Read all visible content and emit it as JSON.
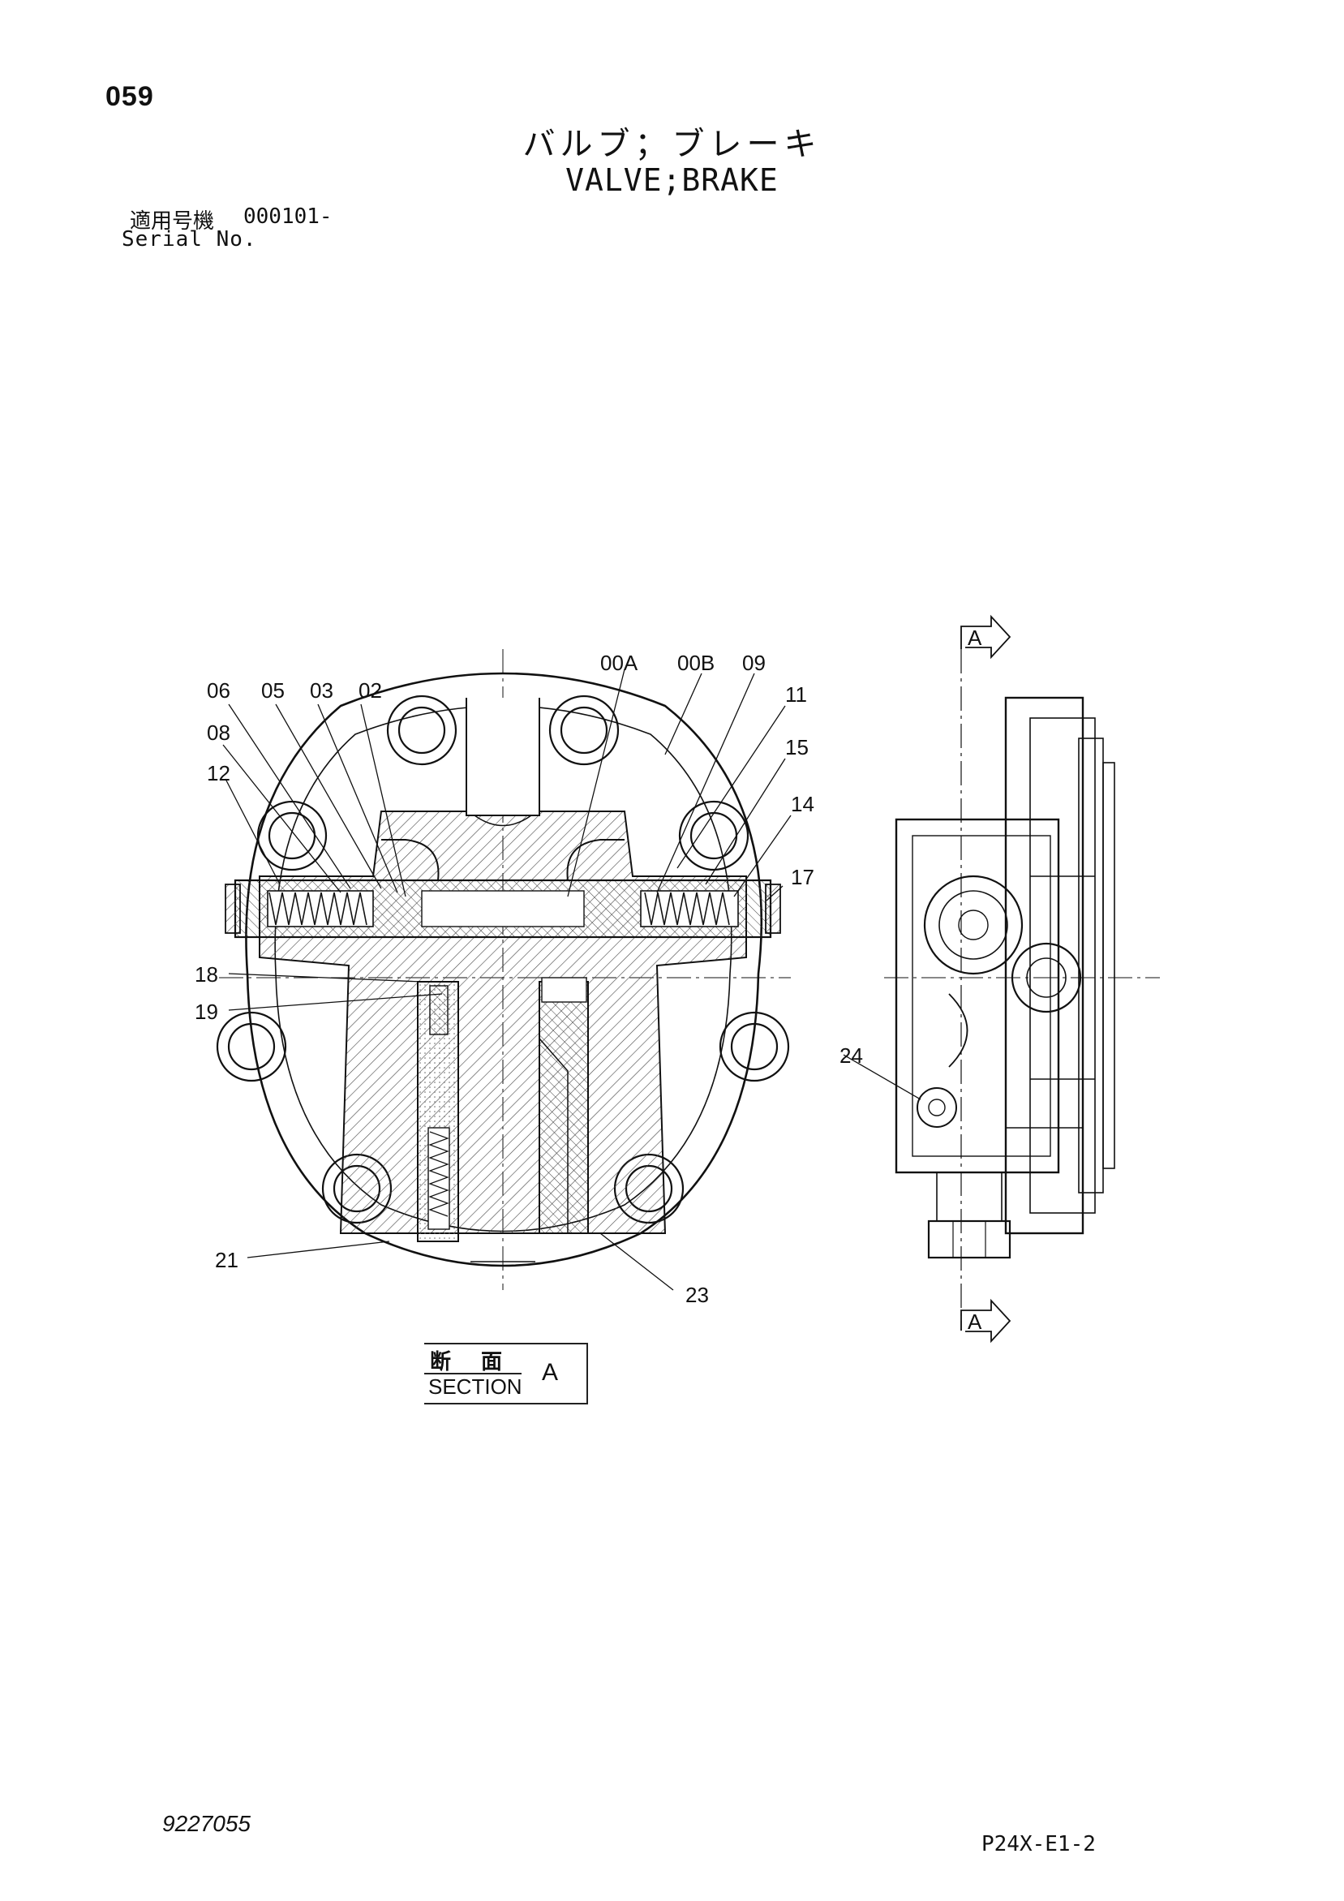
{
  "page_number": "059",
  "title_jp": "バルブ；ブレーキ",
  "title_en": "VALVE;BRAKE",
  "serial": {
    "label_jp": "適用号機",
    "value": "000101-",
    "label_en": "Serial No."
  },
  "callouts": {
    "c06": "06",
    "c05": "05",
    "c03": "03",
    "c02": "02",
    "c00A": "00A",
    "c00B": "00B",
    "c09": "09",
    "c08": "08",
    "c12": "12",
    "c11": "11",
    "c15": "15",
    "c14": "14",
    "c17": "17",
    "c18": "18",
    "c19": "19",
    "c24": "24",
    "c21": "21",
    "c23": "23"
  },
  "section_marker": {
    "label_jp": "断 面",
    "label_en": "SECTION",
    "letter": "A"
  },
  "view_arrow_top": "A",
  "view_arrow_bottom": "A",
  "doc_number": "9227055",
  "sheet_code": "P24X-E1-2"
}
